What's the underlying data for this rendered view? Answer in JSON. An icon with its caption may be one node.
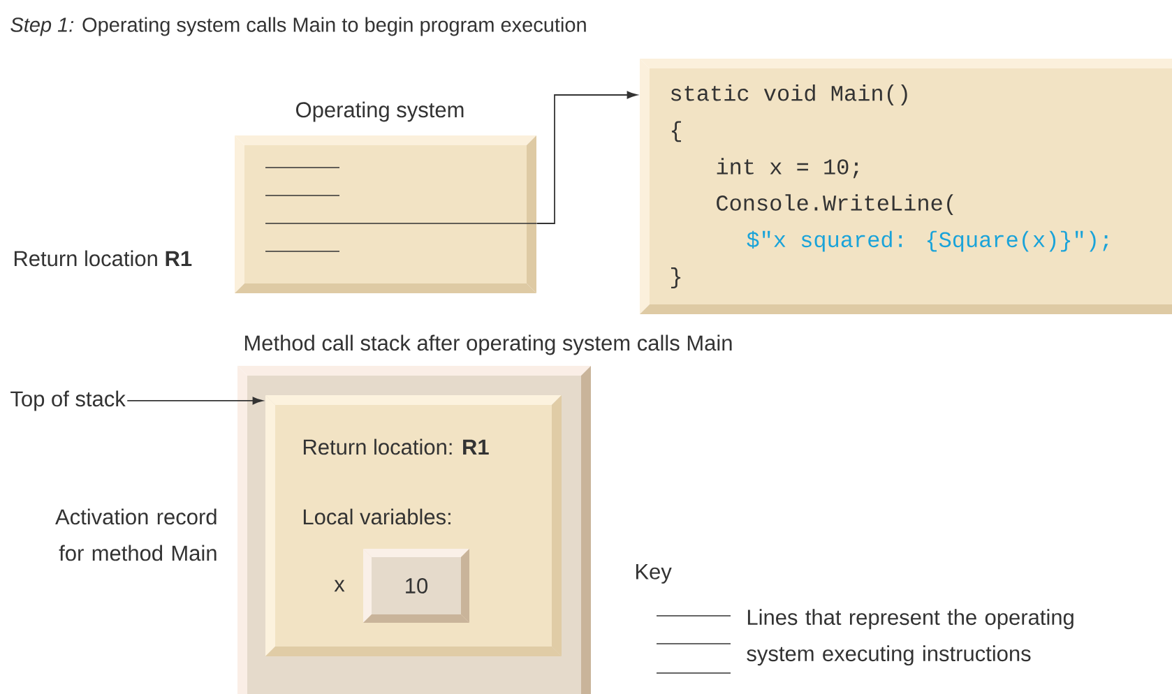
{
  "diagram": {
    "title": "*Step 1:* Operating system calls Main to begin program execution",
    "nodes": [
      {
        "text": [
          "Operating system"
        ],
        "beside": [
          "Return location **R1**"
        ]
      },
      {
        "text": [
          "static void Main()",
          "{",
          "int x = 10;",
          "Console.WriteLine(",
          "$\"x squared: {Square(x)}\");",
          "}"
        ]
      },
      {
        "text": [
          "Method call stack after operating system calls Main"
        ]
      },
      {
        "text": [
          "Return location: **R1**",
          "Local variables:"
        ],
        "in": 2,
        "beside": [
          "Activation record for method Main"
        ]
      },
      {
        "text": [
          "10"
        ],
        "in": 3,
        "beside": [
          "x"
        ]
      },
      {
        "text": [
          "Top of stack"
        ]
      }
    ],
    "edges": [
      {
        "from": 0,
        "to": 1,
        "arrow": "to"
      },
      {
        "from": 5,
        "to": 3,
        "arrow": "to"
      }
    ],
    "labels": [
      "Key"
    ],
    "legend": [
      {
        "text": "Lines that represent the operating system executing instructions"
      }
    ]
  }
}
